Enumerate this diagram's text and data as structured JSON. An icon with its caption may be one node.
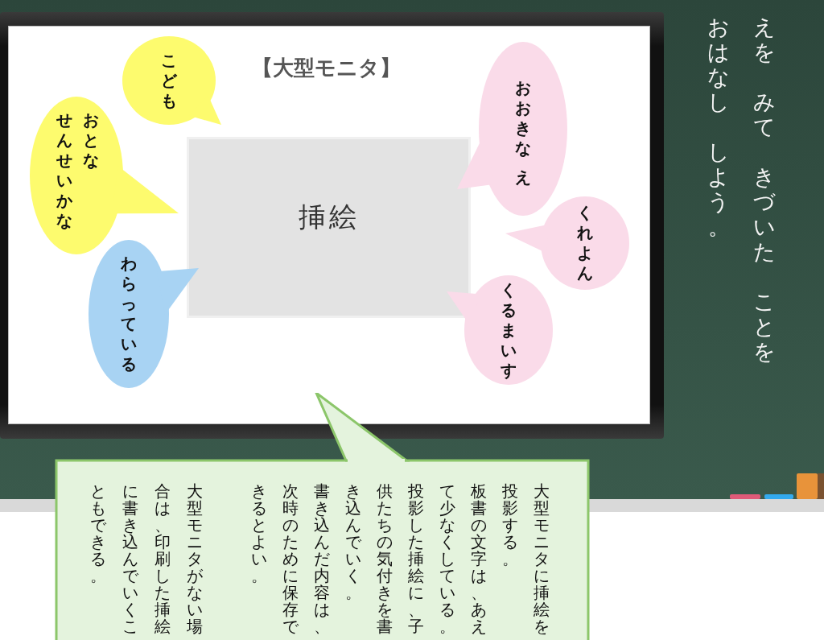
{
  "diagram": {
    "nodes": [
      {
        "text": [
          "えを",
          "みて",
          "きづいた",
          "ことを",
          "おはなし",
          "しよう。"
        ]
      },
      {
        "text": [
          "【大型モニタ】"
        ],
        "in": 0
      },
      {
        "text": [
          "挿絵"
        ],
        "in": 1
      },
      {
        "text": [
          "こども"
        ],
        "in": 1
      },
      {
        "text": [
          "おとなせんせいかな"
        ],
        "in": 1
      },
      {
        "text": [
          "わらっている"
        ],
        "in": 1
      },
      {
        "text": [
          "おおきな",
          "え"
        ],
        "in": 1
      },
      {
        "text": [
          "くれよん"
        ],
        "in": 1
      },
      {
        "text": [
          "くるまいす"
        ],
        "in": 1
      },
      {
        "text": [
          "大型モニタに挿絵を",
          "投影する。",
          "板書の文字は、あえ",
          "て少なくしている。",
          "投影した挿絵に、子",
          "供たちの気付きを書",
          "き込んでいく。",
          "書き込んだ内容は、",
          "次時のために保存で",
          "きるとよい。",
          "大型モニタがない場",
          "合は、印刷した挿絵",
          "に書き込んでいくこ",
          "ともできる。"
        ]
      }
    ]
  }
}
